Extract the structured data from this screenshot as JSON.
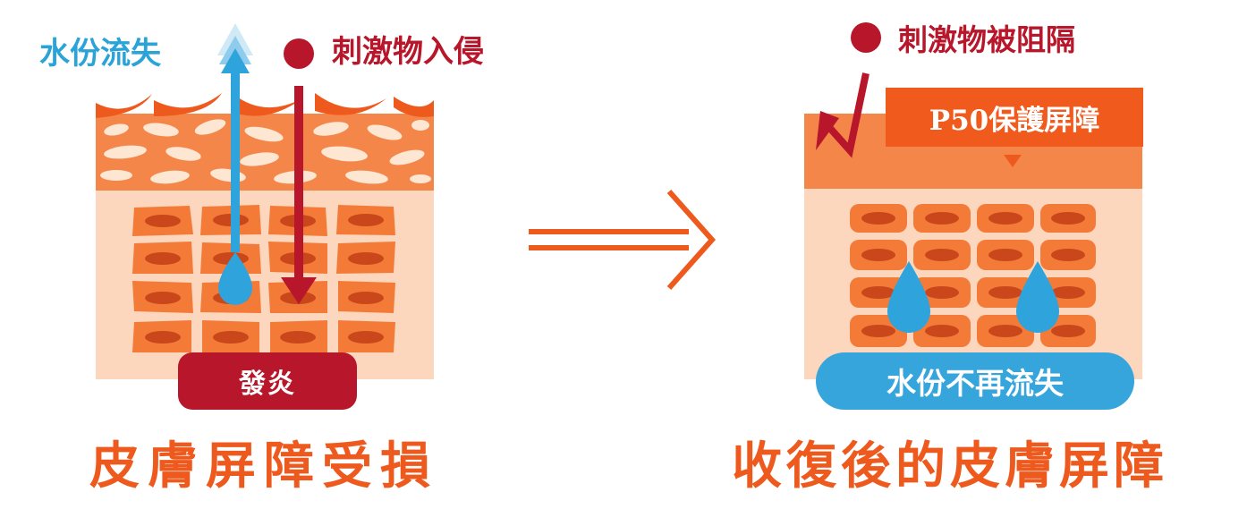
{
  "colors": {
    "orange_dark": "#ee5a1e",
    "orange_mid": "#f5864a",
    "skin_light": "#fcd6bd",
    "cell": "#f47a38",
    "nucleus": "#c9471a",
    "water_blue": "#2fa3db",
    "irritant_red": "#b8162a",
    "cream": "#fde7d3"
  },
  "left_panel": {
    "water_loss_label": "水份流失",
    "irritant_label": "刺激物入侵",
    "inflammation_label": "發炎",
    "caption": "皮膚屏障受損"
  },
  "right_panel": {
    "blocked_label": "刺激物被阻隔",
    "barrier_label": "P50保護屏障",
    "water_retained_label": "水份不再流失",
    "caption": "收復後的皮膚屏障"
  },
  "icons": {
    "transition": "double-line-right-arrow-icon",
    "water_drop": "water-drop-icon",
    "irritant": "red-dot-icon"
  }
}
